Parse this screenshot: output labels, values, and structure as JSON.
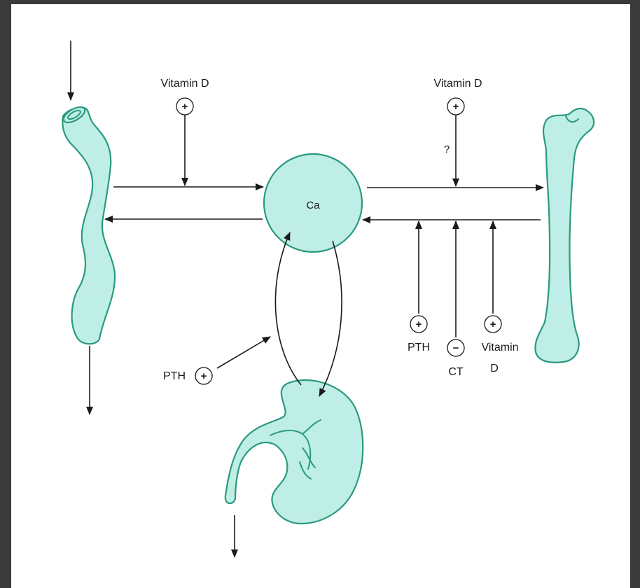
{
  "diagram": {
    "center_label": "Ca",
    "labels": {
      "vitamin_d_gut": "Vitamin D",
      "vitamin_d_bone": "Vitamin D",
      "question": "?",
      "pth_bone": "PTH",
      "ct": "CT",
      "vitamin_bone_release": "Vitamin",
      "d_bone_release": "D",
      "pth_kidney": "PTH"
    },
    "signs": {
      "plus": "+",
      "minus": "−"
    },
    "colors": {
      "organ_fill": "#bfeee6",
      "organ_stroke": "#2a9a7e",
      "arrow": "#1a1a1a",
      "frame": "#3a3a3a"
    },
    "icons": [
      "intestine-icon",
      "bone-icon",
      "kidney-icon"
    ]
  }
}
